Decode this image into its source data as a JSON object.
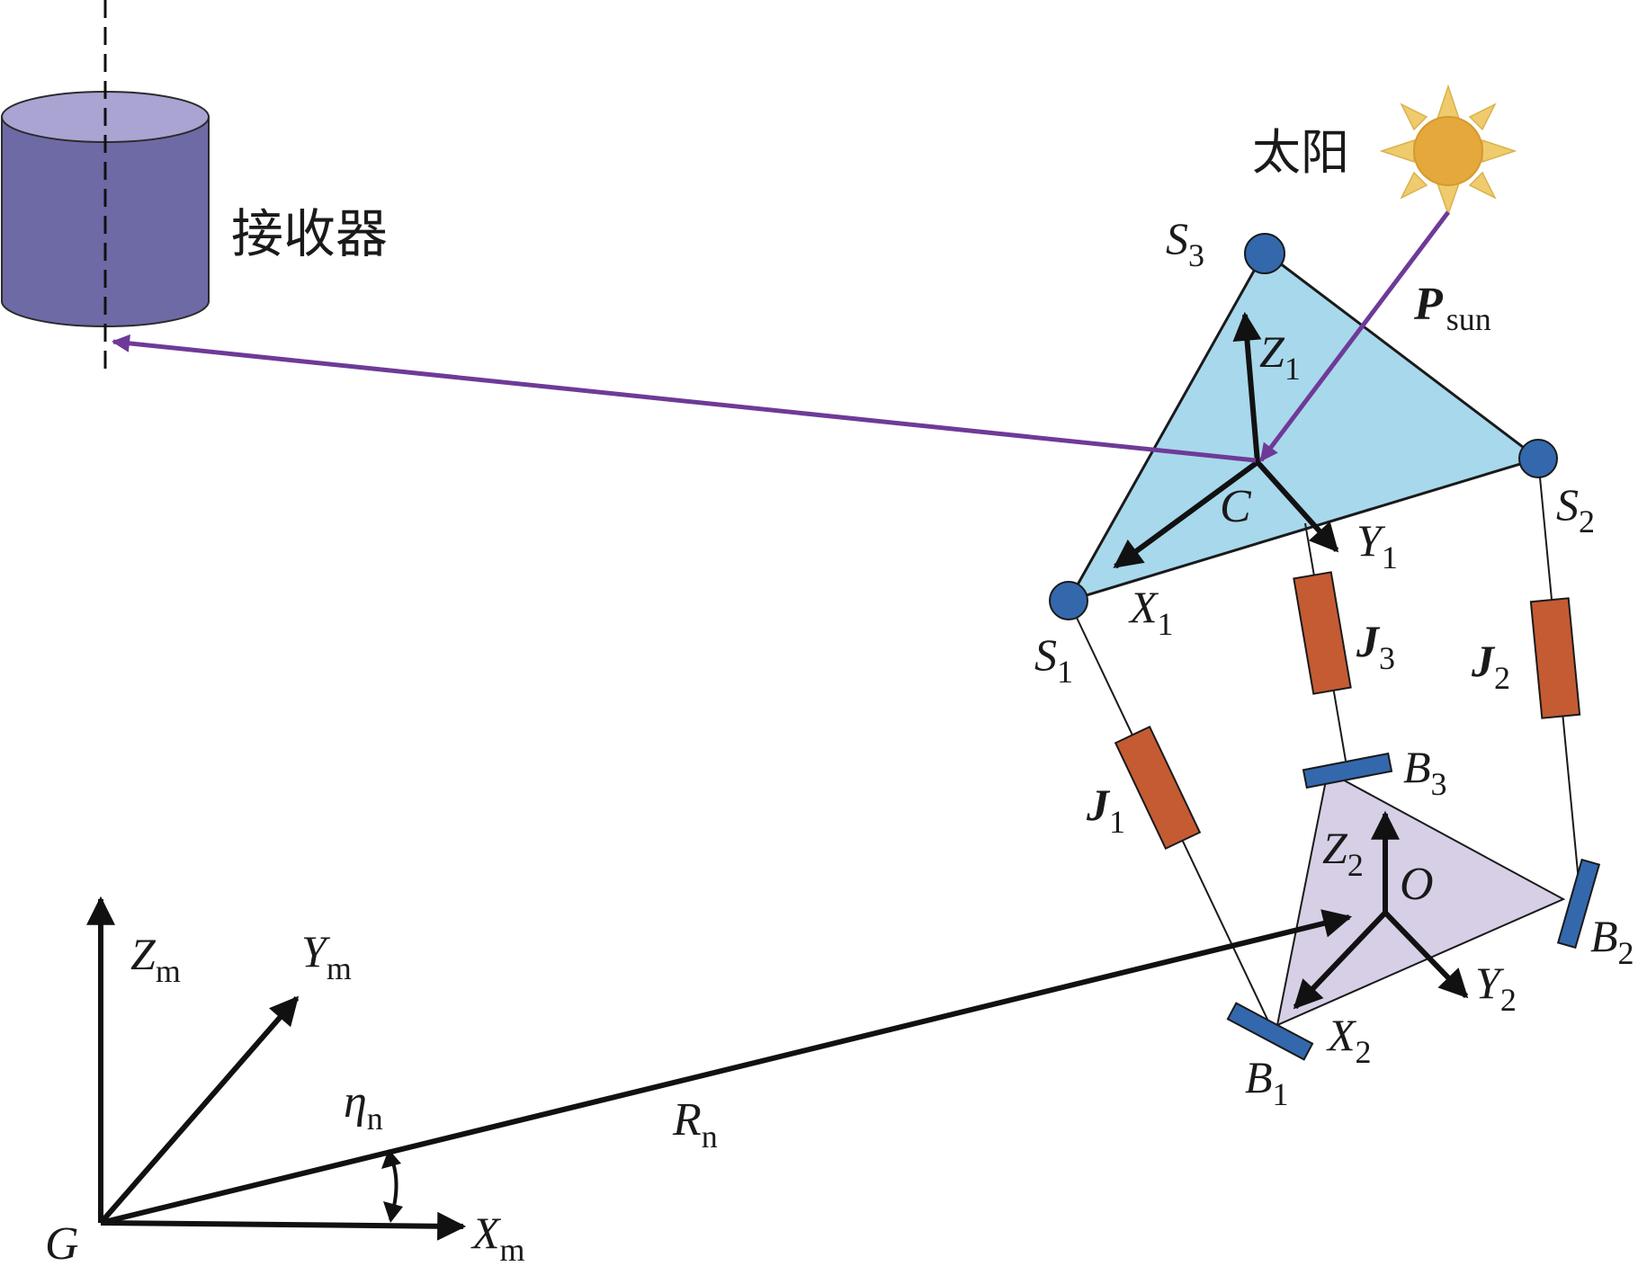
{
  "labels": {
    "receiver": "接收器",
    "sun": "太阳",
    "p_sun_main": "P",
    "p_sun_sub": "sun",
    "s3_main": "S",
    "s3_sub": "3",
    "s2_main": "S",
    "s2_sub": "2",
    "s1_main": "S",
    "s1_sub": "1",
    "z1_main": "Z",
    "z1_sub": "1",
    "y1_main": "Y",
    "y1_sub": "1",
    "x1_main": "X",
    "x1_sub": "1",
    "c": "C",
    "j1_main": "J",
    "j1_sub": "1",
    "j2_main": "J",
    "j2_sub": "2",
    "j3_main": "J",
    "j3_sub": "3",
    "b1_main": "B",
    "b1_sub": "1",
    "b2_main": "B",
    "b2_sub": "2",
    "b3_main": "B",
    "b3_sub": "3",
    "z2_main": "Z",
    "z2_sub": "2",
    "y2_main": "Y",
    "y2_sub": "2",
    "x2_main": "X",
    "x2_sub": "2",
    "o": "O",
    "zm_main": "Z",
    "zm_sub": "m",
    "ym_main": "Y",
    "ym_sub": "m",
    "xm_main": "X",
    "xm_sub": "m",
    "g": "G",
    "eta_main": "η",
    "eta_sub": "n",
    "rn_main": "R",
    "rn_sub": "n"
  },
  "colors": {
    "sun_fill": "#e4a83c",
    "sun_ray": "#efcb6e",
    "ray_line": "#6e3a97",
    "top_platform": "#a8d8ec",
    "bottom_platform": "#d6cfe6",
    "joint": "#3468ad",
    "actuator": "#c55b33",
    "receiver_side": "#6e6aa6",
    "receiver_top": "#a9a4d2"
  }
}
